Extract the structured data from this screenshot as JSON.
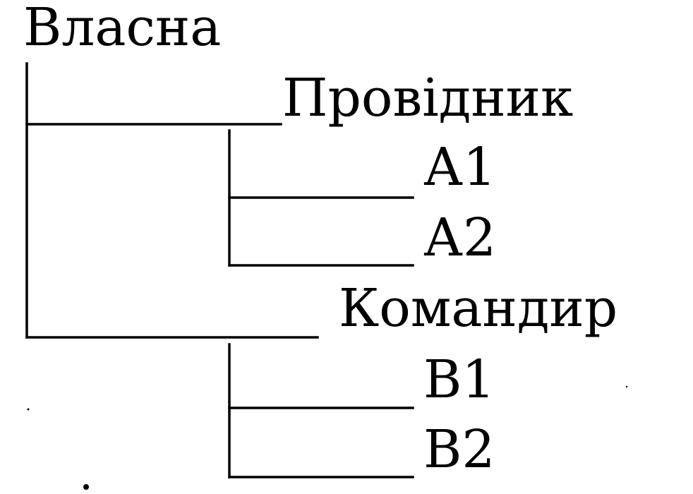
{
  "tree": {
    "root": {
      "label": "Власна"
    },
    "branches": [
      {
        "label": "Провідник",
        "children": [
          {
            "label": "А1"
          },
          {
            "label": "А2"
          }
        ]
      },
      {
        "label": "Командир",
        "children": [
          {
            "label": "В1"
          },
          {
            "label": "В2"
          }
        ]
      }
    ]
  },
  "colors": {
    "ink": "#000000",
    "background": "#ffffff"
  }
}
